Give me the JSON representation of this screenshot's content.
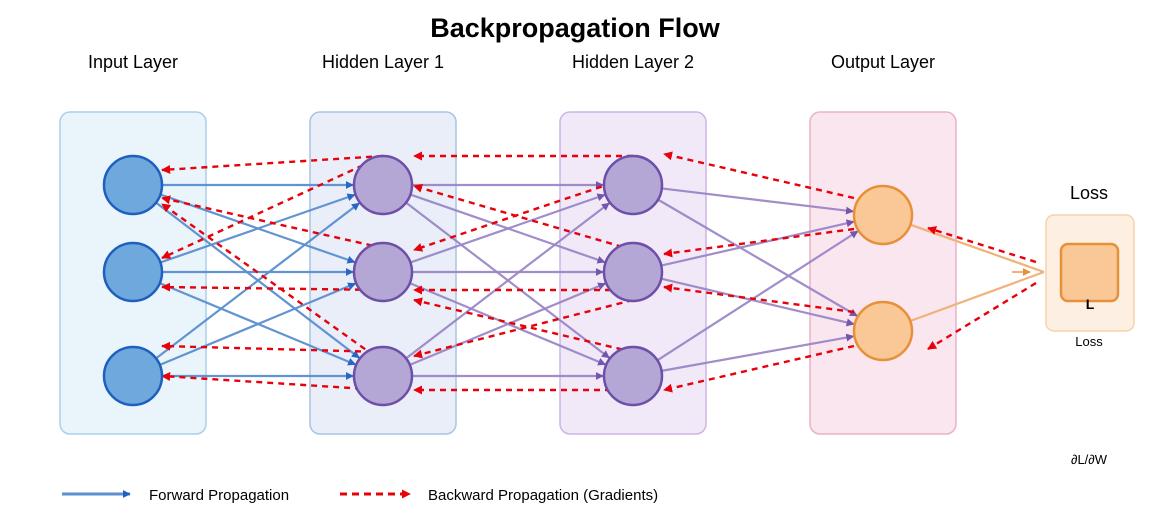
{
  "title": "Backpropagation Flow",
  "layers": [
    {
      "id": "input",
      "label": "Input Layer",
      "neurons": 3,
      "fill": "#6fa8dc",
      "stroke": "#1f5fbf",
      "panel_fill": "#eaf4fb",
      "panel_stroke": "#a9d0ea"
    },
    {
      "id": "hidden1",
      "label": "Hidden Layer 1",
      "neurons": 3,
      "fill": "#b4a7d6",
      "stroke": "#6e4fa8",
      "panel_fill": "#e9eef8",
      "panel_stroke": "#a9c4e2"
    },
    {
      "id": "hidden2",
      "label": "Hidden Layer 2",
      "neurons": 3,
      "fill": "#b4a7d6",
      "stroke": "#6e4fa8",
      "panel_fill": "#f1e9f8",
      "panel_stroke": "#cbb6e6"
    },
    {
      "id": "output",
      "label": "Output Layer",
      "neurons": 2,
      "fill": "#f9c896",
      "stroke": "#e69138",
      "panel_fill": "#f9e6ee",
      "panel_stroke": "#e8b3c8"
    }
  ],
  "loss": {
    "label": "Loss",
    "box_text": "L",
    "caption": "Loss",
    "fill": "#f9c896",
    "stroke": "#e69138",
    "panel_fill": "#fdf0e2",
    "panel_stroke": "#f6d3a8"
  },
  "gradient_label": "∂L/∂W",
  "colors": {
    "forward_input": "#5b8fd0",
    "forward_hidden": "#9b87c7",
    "forward_to_loss": "#f0b27a",
    "backward": "#e8000b"
  },
  "legend": {
    "forward": "Forward Propagation",
    "backward": "Backward Propagation (Gradients)"
  }
}
